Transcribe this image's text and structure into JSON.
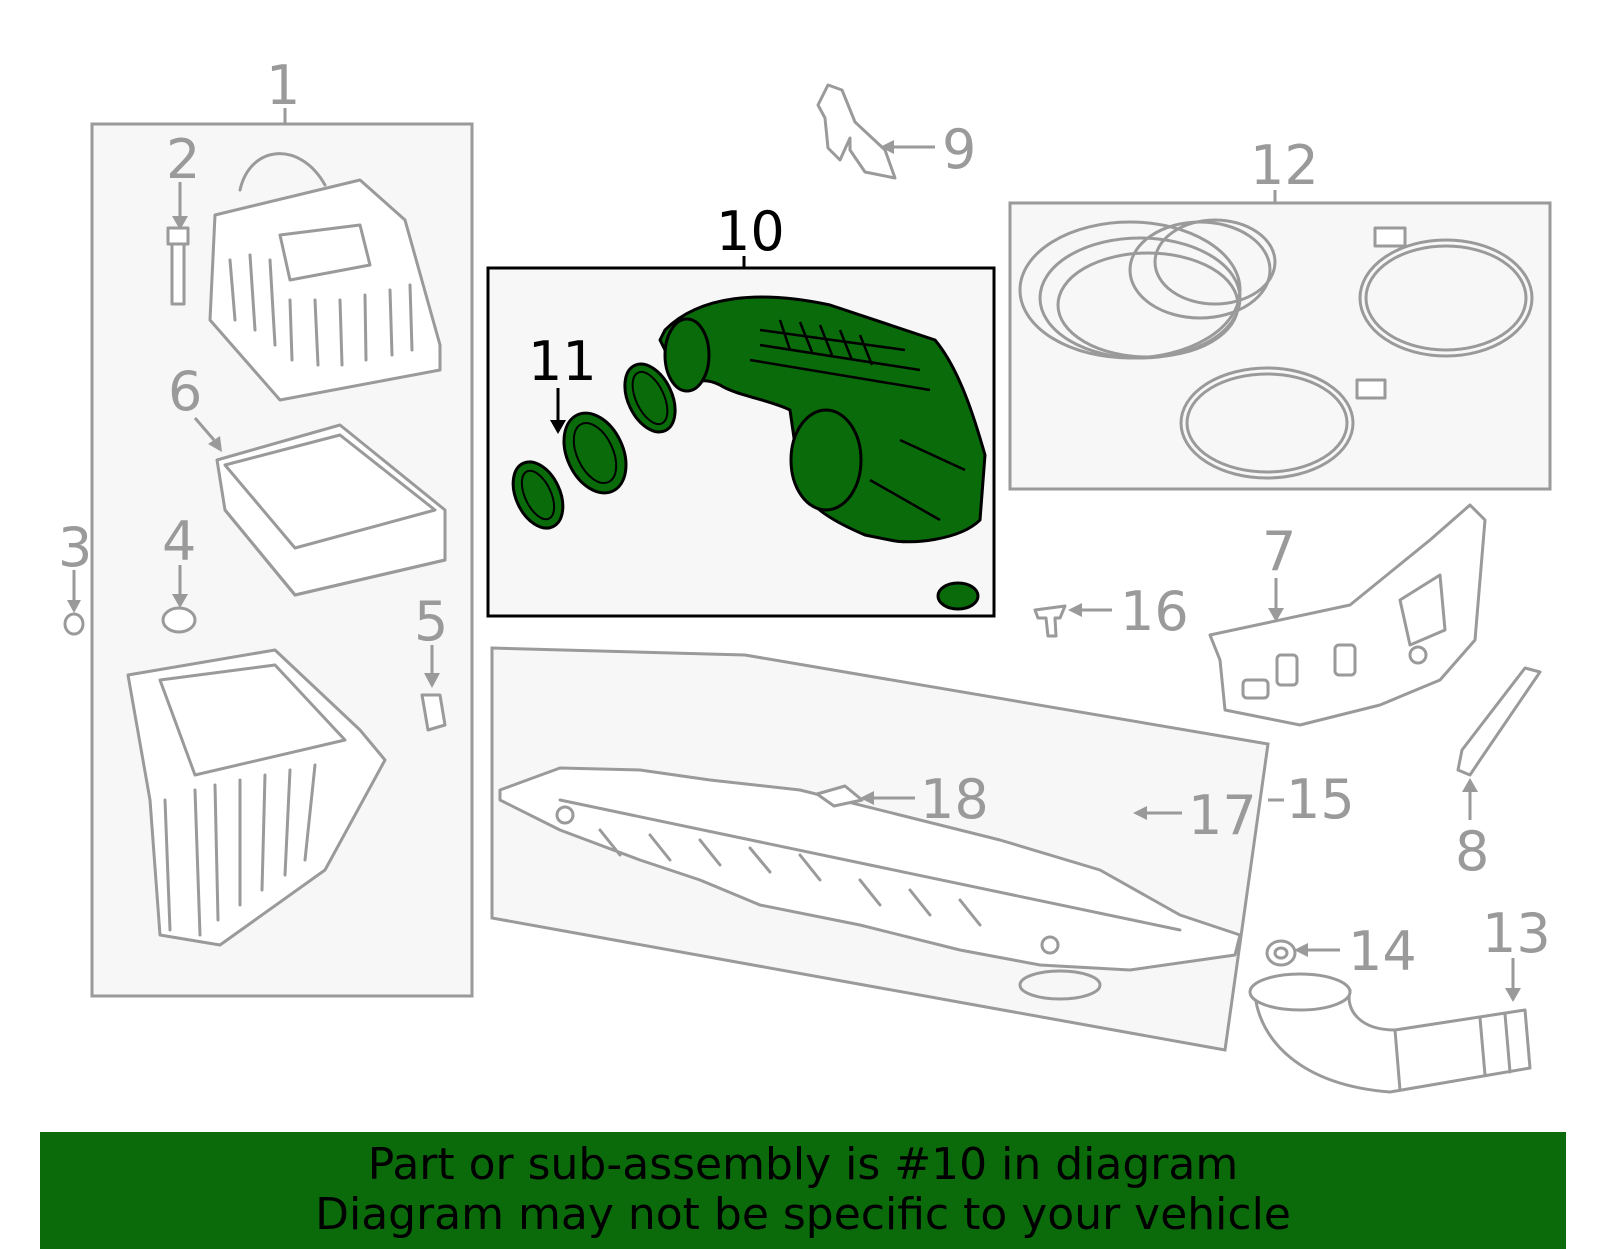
{
  "callouts": {
    "c1": "1",
    "c2": "2",
    "c3": "3",
    "c4": "4",
    "c5": "5",
    "c6": "6",
    "c7": "7",
    "c8": "8",
    "c9": "9",
    "c10": "10",
    "c11": "11",
    "c12": "12",
    "c13": "13",
    "c14": "14",
    "c15": "15",
    "c16": "16",
    "c17": "17",
    "c18": "18"
  },
  "highlight": {
    "part_number": "10",
    "color": "#0b6b0b"
  },
  "colors": {
    "line": "#9a9a9a",
    "group_fill": "#f7f7f7",
    "banner": "#0b6b0b",
    "highlight_part": "#0a6b0a"
  },
  "banner": {
    "line1": "Part or sub-assembly is #10 in diagram",
    "line2": "Diagram may not be specific to your vehicle"
  }
}
